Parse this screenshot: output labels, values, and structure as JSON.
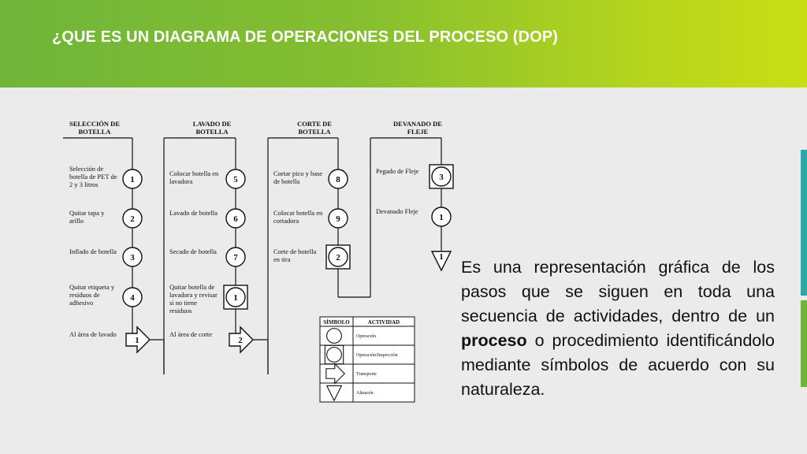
{
  "slide": {
    "title": "¿QUE ES UN DIAGRAMA DE OPERACIONES DEL PROCESO (DOP)",
    "description_before": "Es una representación gráfica de los pasos que se siguen en toda una secuencia de actividades, dentro de un ",
    "description_bold": "proceso",
    "description_after": " o procedimiento identificándolo mediante símbolos de acuerdo con su naturaleza."
  },
  "colors": {
    "header_start": "#6fb53a",
    "header_end": "#c9de14",
    "accent": "#2ca7a8"
  },
  "diagram": {
    "columns": [
      {
        "header": [
          "SELECCIÓN DE",
          "BOTELLA"
        ],
        "steps": [
          {
            "symbol": "operation",
            "number": "1",
            "label": [
              "Selección de",
              "botella  de PET de",
              "2 y 3 litros"
            ]
          },
          {
            "symbol": "operation",
            "number": "2",
            "label": [
              "Quitar tapa y",
              "arillo"
            ]
          },
          {
            "symbol": "operation",
            "number": "3",
            "label": [
              "Inflado de botella"
            ]
          },
          {
            "symbol": "operation",
            "number": "4",
            "label": [
              "Quitar etiqueta y",
              "residuos de",
              "adhesivo"
            ]
          },
          {
            "symbol": "transport",
            "number": "1",
            "label": [
              "Al área de lavado"
            ]
          }
        ]
      },
      {
        "header": [
          "LAVADO DE",
          "BOTELLA"
        ],
        "steps": [
          {
            "symbol": "operation",
            "number": "5",
            "label": [
              "Colocar botella  en",
              "lavadora"
            ]
          },
          {
            "symbol": "operation",
            "number": "6",
            "label": [
              "Lavado de botella"
            ]
          },
          {
            "symbol": "operation",
            "number": "7",
            "label": [
              "Secado de botella"
            ]
          },
          {
            "symbol": "combined",
            "number": "1",
            "label": [
              "Quitar botella  de",
              "lavadora y revisar",
              "si no tiene",
              "residuos"
            ]
          },
          {
            "symbol": "transport",
            "number": "2",
            "label": [
              "Al área de corte"
            ]
          }
        ]
      },
      {
        "header": [
          "CORTE    DE",
          "BOTELLA"
        ],
        "steps": [
          {
            "symbol": "operation",
            "number": "8",
            "label": [
              "Cortar pico y base",
              "de botella"
            ]
          },
          {
            "symbol": "operation",
            "number": "9",
            "label": [
              "Colocar botella  en",
              "cortadora"
            ]
          },
          {
            "symbol": "combined",
            "number": "2",
            "label": [
              "Corte de botella",
              "en tira"
            ]
          }
        ]
      },
      {
        "header": [
          "DEVANADO DE",
          "FLEJE"
        ],
        "steps": [
          {
            "symbol": "combined",
            "number": "3",
            "label": [
              "Pegado de Fleje"
            ]
          },
          {
            "symbol": "operation",
            "number": "1",
            "label": [
              "Devanado Fleje"
            ]
          },
          {
            "symbol": "storage",
            "number": "1",
            "label": []
          }
        ]
      }
    ],
    "legend": {
      "headers": [
        "SÍMBOLO",
        "ACTIVIDAD"
      ],
      "rows": [
        {
          "symbol": "operation",
          "activity": "Operación"
        },
        {
          "symbol": "combined",
          "activity": "Operación/Inspección"
        },
        {
          "symbol": "transport",
          "activity": "Transporte"
        },
        {
          "symbol": "storage",
          "activity": "Almacén"
        }
      ]
    }
  }
}
